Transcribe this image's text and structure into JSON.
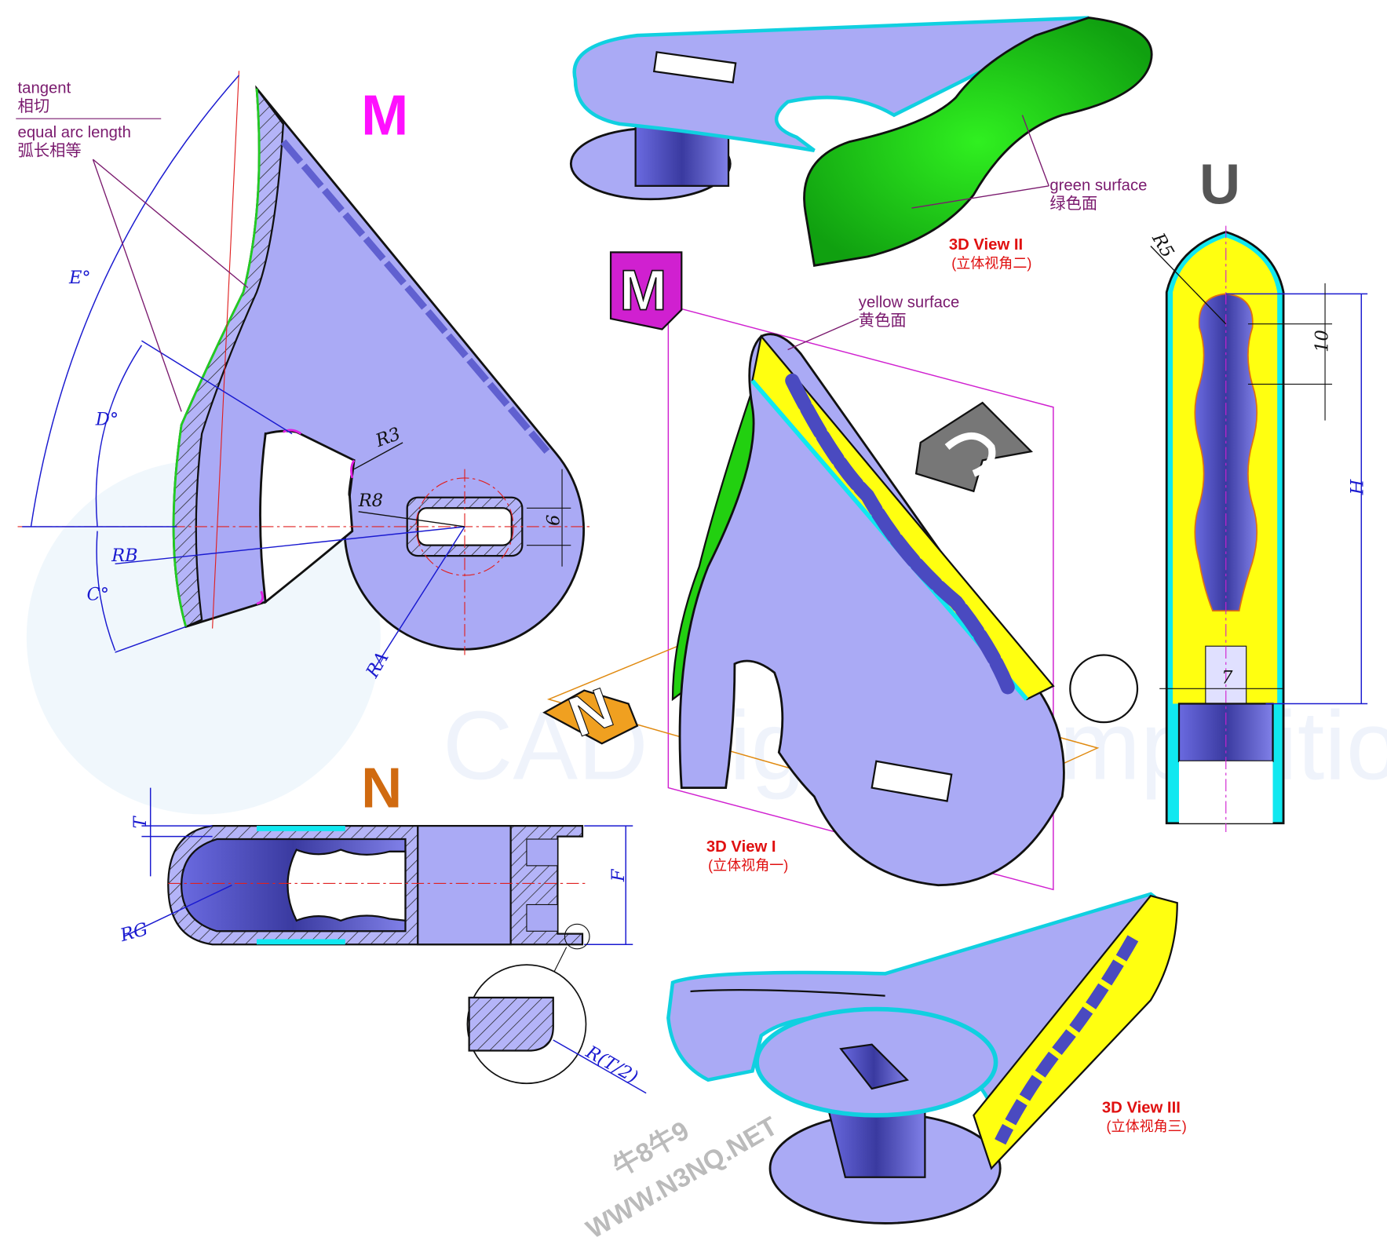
{
  "view_labels": {
    "m": "M",
    "n": "N",
    "u": "U"
  },
  "annotations": {
    "tangent_en": "tangent",
    "tangent_cn": "相切",
    "equal_arc_en": "equal arc length",
    "equal_arc_cn": "弧长相等",
    "green_en": "green surface",
    "green_cn": "绿色面",
    "yellow_en": "yellow surface",
    "yellow_cn": "黄色面"
  },
  "views_3d": [
    {
      "title": "3D View I",
      "subtitle": "(立体视角一)"
    },
    {
      "title": "3D View II",
      "subtitle": "(立体视角二)"
    },
    {
      "title": "3D View III",
      "subtitle": "(立体视角三)"
    }
  ],
  "dimensions": {
    "e_angle": "E°",
    "d_angle": "D°",
    "c_angle": "C°",
    "rb": "RB",
    "ra": "RA",
    "r3": "R3",
    "r8": "R8",
    "six": "6",
    "r5": "R5",
    "ten": "10",
    "h": "H",
    "seven": "7",
    "t": "T",
    "f": "F",
    "rg": "RG",
    "r_t2": "R(T/2)"
  },
  "watermarks": {
    "brand": "CAD digital competition",
    "site_cn": "牛8牛9",
    "site": "WWW.N3NQ.NET"
  },
  "colors": {
    "part": "#aaaaf5",
    "green": "#22e010",
    "yellow": "#ffff10",
    "cyan": "#10e8f0",
    "m_label": "#ff10ff",
    "n_label": "#d06a10",
    "u_label": "#555555"
  }
}
